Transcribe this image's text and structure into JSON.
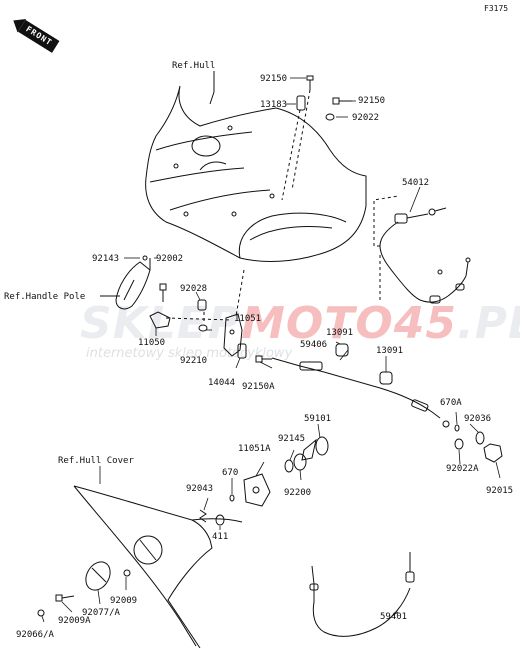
{
  "figure_code": "F3175",
  "front_badge": "FRONT",
  "watermark": {
    "main_gray_left": "SKLEP",
    "main_red": "MOTO45",
    "main_gray_right": ".PL",
    "sub": "internetowy sklep motocyklowy"
  },
  "labels": {
    "ref_hull": "Ref.Hull",
    "ref_handle_pole": "Ref.Handle Pole",
    "ref_hull_cover": "Ref.Hull Cover",
    "p92150_top": "92150",
    "p13183": "13183",
    "p92150_right": "92150",
    "p92022": "92022",
    "p54012": "54012",
    "p92143": "92143",
    "p92002": "92002",
    "p92028": "92028",
    "p11050": "11050",
    "p11051": "11051",
    "p92210": "92210",
    "p13091_a": "13091",
    "p59406": "59406",
    "p13091_b": "13091",
    "p14044": "14044",
    "p92150A": "92150A",
    "p59101": "59101",
    "p670A": "670A",
    "p92036": "92036",
    "p92145": "92145",
    "p11051A": "11051A",
    "p92022A": "92022A",
    "p670": "670",
    "p92200": "92200",
    "p92015": "92015",
    "p92043": "92043",
    "p411": "411",
    "p92009": "92009",
    "p92009A": "92009A",
    "p92077A": "92077/A",
    "p92066A": "92066/A",
    "p59401": "59401"
  }
}
